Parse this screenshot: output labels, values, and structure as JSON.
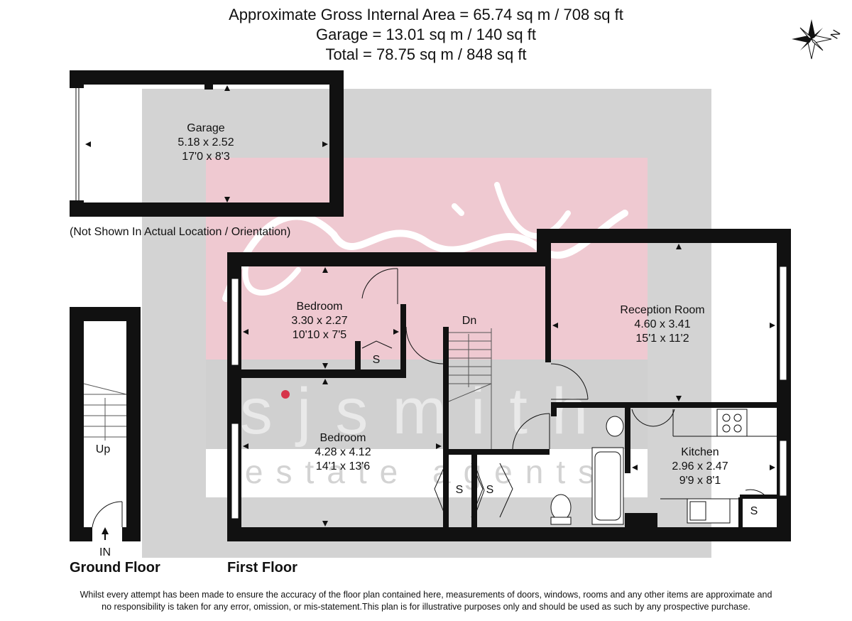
{
  "header": {
    "line1": "Approximate Gross Internal Area = 65.74 sq m / 708 sq ft",
    "line2": "Garage = 13.01 sq m / 140 sq ft",
    "line3": "Total = 78.75 sq m / 848 sq ft"
  },
  "compass": {
    "north_label": "N"
  },
  "watermark": {
    "brand": "sjsmith",
    "tagline": "estate agents",
    "colors": {
      "pink": "#efc9d1",
      "grey": "#d3d3d3",
      "red_dot": "#d6344a"
    }
  },
  "garage": {
    "name": "Garage",
    "metric": "5.18 x 2.52",
    "imperial": "17'0 x 8'3",
    "note": "(Not Shown In Actual Location / Orientation)"
  },
  "rooms": {
    "bedroom_small": {
      "name": "Bedroom",
      "metric": "3.30 x 2.27",
      "imperial": "10'10 x 7'5"
    },
    "reception": {
      "name": "Reception Room",
      "metric": "4.60 x 3.41",
      "imperial": "15'1 x 11'2"
    },
    "bedroom_large": {
      "name": "Bedroom",
      "metric": "4.28 x 4.12",
      "imperial": "14'1 x 13'6"
    },
    "kitchen": {
      "name": "Kitchen",
      "metric": "2.96 x 2.47",
      "imperial": "9'9 x 8'1"
    }
  },
  "labels": {
    "storage": "S",
    "stairs_down": "Dn",
    "stairs_up": "Up",
    "entrance": "IN"
  },
  "floors": {
    "ground": "Ground Floor",
    "first": "First Floor"
  },
  "disclaimer": {
    "line1": "Whilst every attempt has been made to ensure the accuracy of the floor plan contained here, measurements of doors, windows, rooms and any other items are approximate and",
    "line2": "no responsibility is taken for any error, omission, or mis-statement.This plan is for illustrative purposes only and should be used as such by any prospective purchase."
  }
}
